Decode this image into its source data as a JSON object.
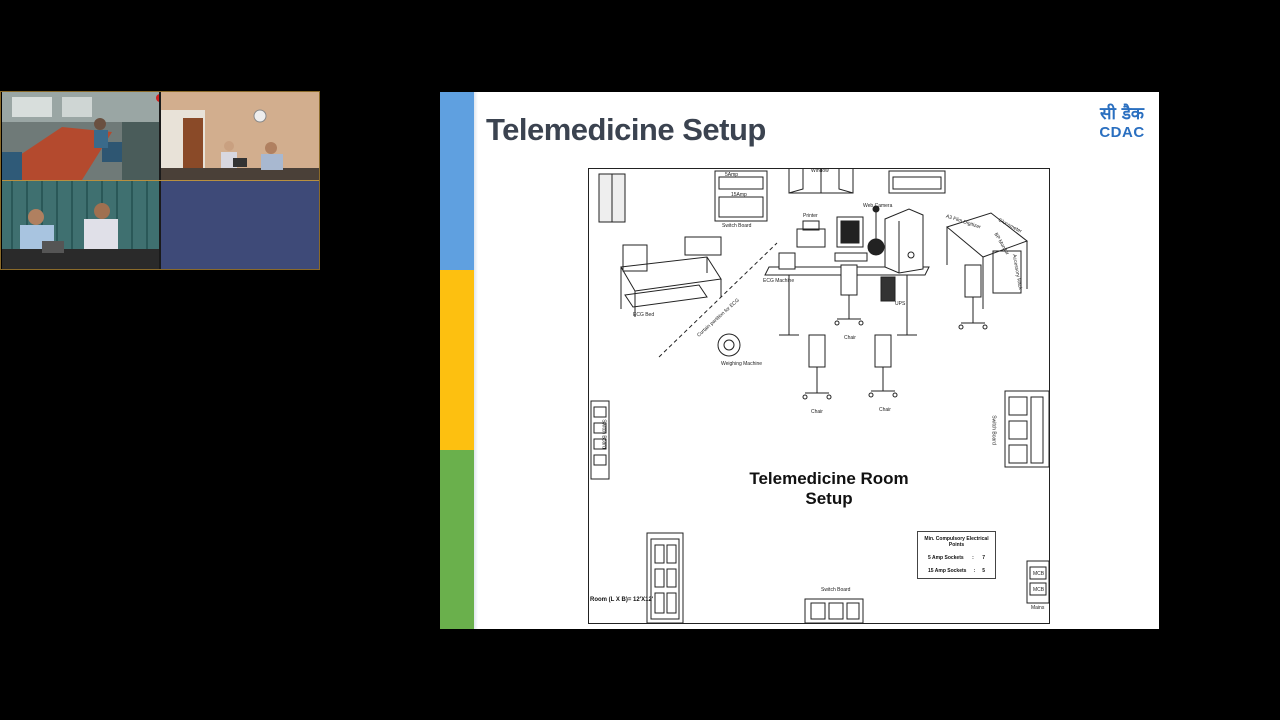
{
  "video_tiles": [
    {
      "id": "room-1"
    },
    {
      "id": "room-2"
    },
    {
      "id": "room-3"
    },
    {
      "id": "room-4"
    }
  ],
  "slide": {
    "title": "Telemedicine Setup",
    "logo_top": "सी डैक",
    "logo_bottom": "CDAC",
    "accent_colors": [
      "#5fa0e0",
      "#fdc010",
      "#6ab04c"
    ],
    "diagram": {
      "room_title": "Telemedicine Room Setup",
      "room_dimension": "Room (L X B)= 12'X12'",
      "electrical": {
        "header": "Min. Compulsory Electrical Points",
        "rows": [
          {
            "label": "5 Amp Sockets",
            "sep": ":",
            "value": "7"
          },
          {
            "label": "15 Amp Sockets",
            "sep": ":",
            "value": "5"
          }
        ]
      },
      "labels": {
        "window": "Window",
        "switch_board": "Switch Board",
        "switch_board_bottom": "Switch Board",
        "printer": "Printer",
        "web_camera": "Web Camera",
        "ecg_machine": "ECG Machine",
        "ecg_bed": "ECG Bed",
        "curtain": "Curtain partition for ECG",
        "weighing": "Weighing Machine",
        "ups": "UPS",
        "chair": "Chair",
        "film_digitizer": "A3 Film Digitizer",
        "glucometer": "Glucometer",
        "bp": "BP Monitor",
        "accessory": "Accessory Rack",
        "mcb": "MCB",
        "mains": "Mains",
        "amp5": "5Amp",
        "amp15": "15Amp"
      }
    }
  }
}
